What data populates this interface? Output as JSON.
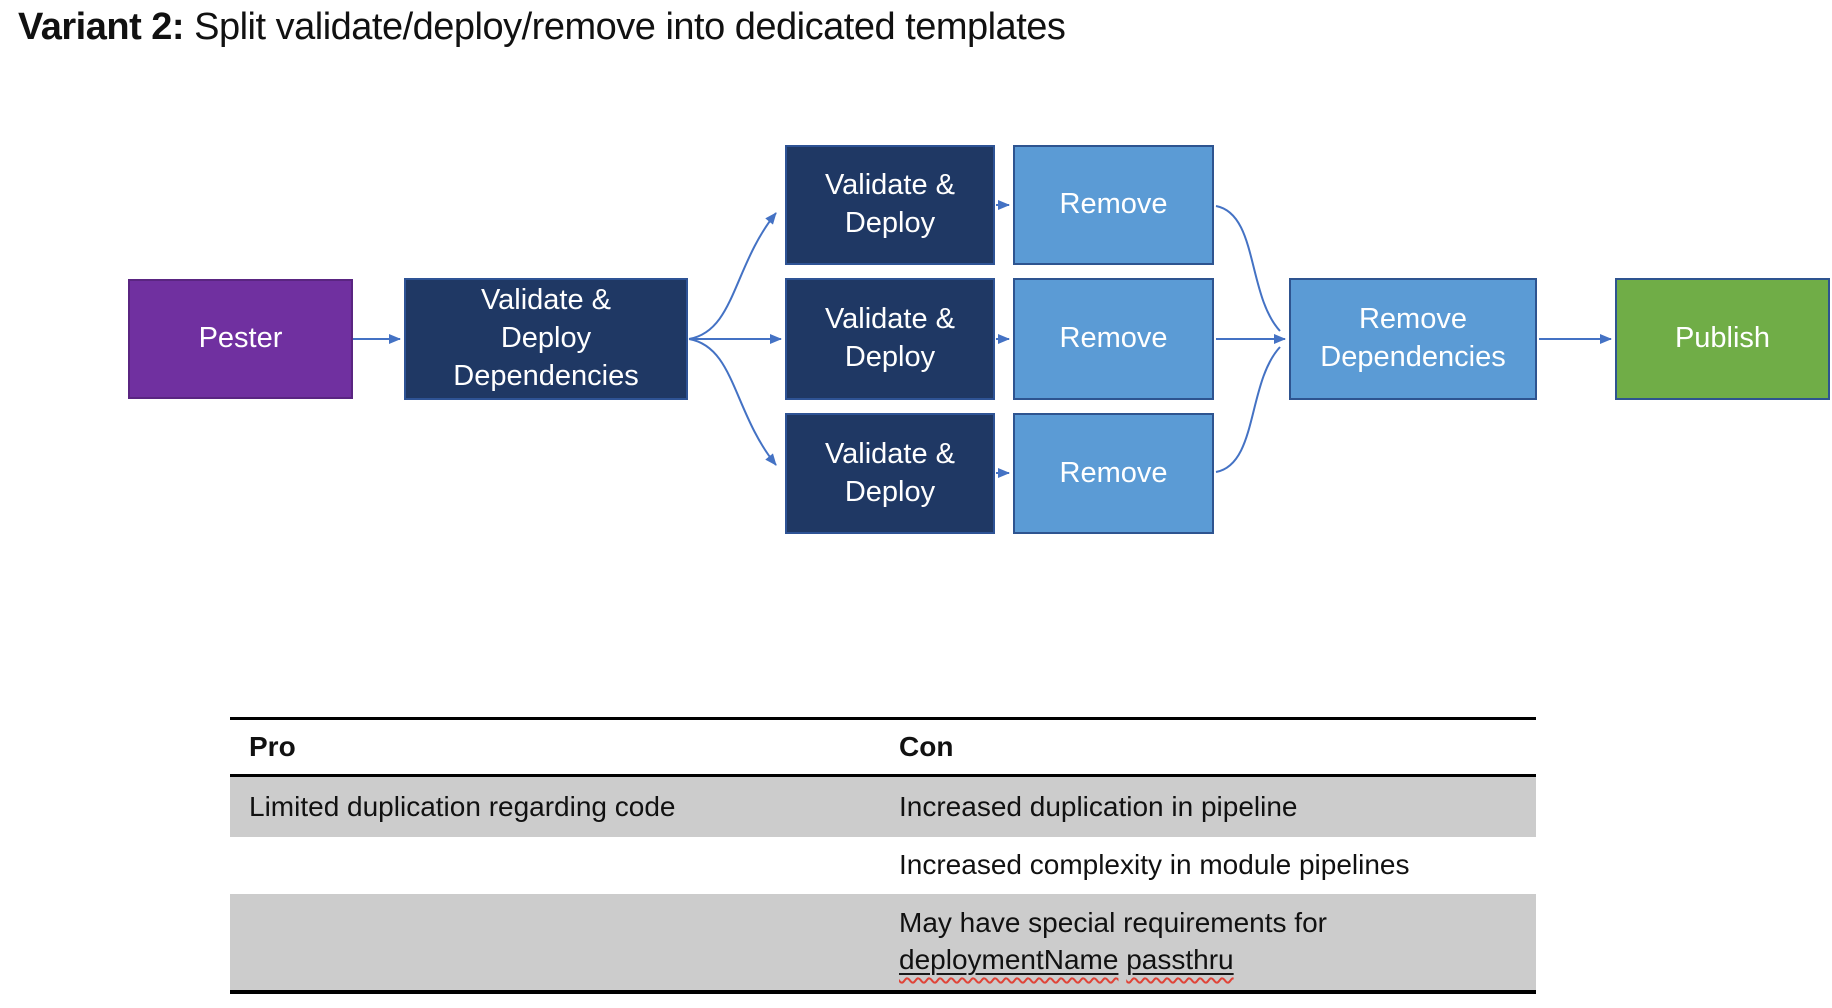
{
  "title": {
    "prefix": "Variant 2:",
    "rest": " Split validate/deploy/remove into dedicated templates"
  },
  "flowchart": {
    "pester": "Pester",
    "validate_deploy_dependencies": "Validate &\nDeploy\nDependencies",
    "validate_deploy": "Validate &\nDeploy",
    "remove": "Remove",
    "remove_dependencies": "Remove\nDependencies",
    "publish": "Publish"
  },
  "colors": {
    "pester_fill": "#7030A0",
    "dark_node_fill": "#1F3864",
    "light_node_fill": "#5B9BD5",
    "publish_fill": "#70AD47",
    "node_border": "#2E5490",
    "arrow": "#4472C4",
    "table_row_shade": "#CCCCCC",
    "spellcheck_squiggle": "#E04438"
  },
  "table": {
    "headers": [
      "Pro",
      "Con"
    ],
    "rows": [
      {
        "pro": "Limited duplication regarding code",
        "con": "Increased duplication in pipeline"
      },
      {
        "pro": "",
        "con": "Increased complexity in module pipelines"
      },
      {
        "pro": "",
        "con_prefix": "May have special requirements for ",
        "con_misspelled": [
          "deploymentName",
          "passthru"
        ]
      }
    ]
  }
}
